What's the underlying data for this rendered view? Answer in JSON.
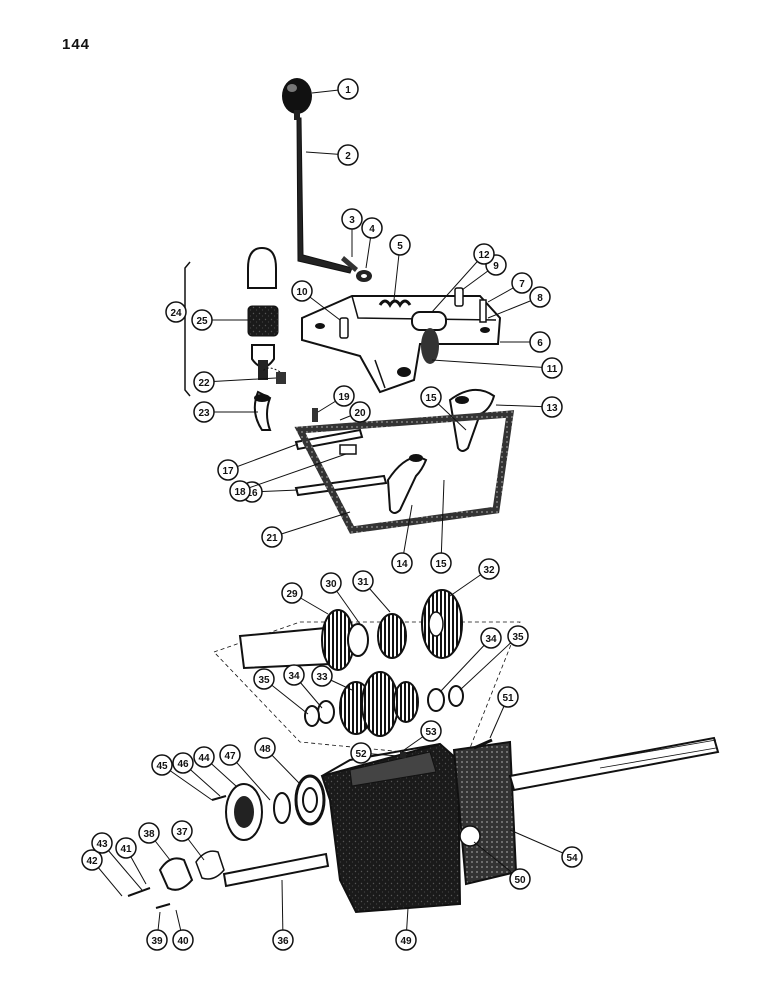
{
  "page_number": "144",
  "callouts": [
    "1",
    "2",
    "3",
    "4",
    "5",
    "6",
    "7",
    "8",
    "9",
    "10",
    "11",
    "12",
    "13",
    "14",
    "15",
    "15",
    "16",
    "17",
    "18",
    "19",
    "20",
    "21",
    "22",
    "23",
    "24",
    "25",
    "29",
    "30",
    "31",
    "32",
    "33",
    "34",
    "34",
    "35",
    "35",
    "36",
    "37",
    "38",
    "39",
    "40",
    "41",
    "42",
    "43",
    "44",
    "45",
    "46",
    "47",
    "48",
    "49",
    "50",
    "51",
    "52",
    "53",
    "54"
  ]
}
